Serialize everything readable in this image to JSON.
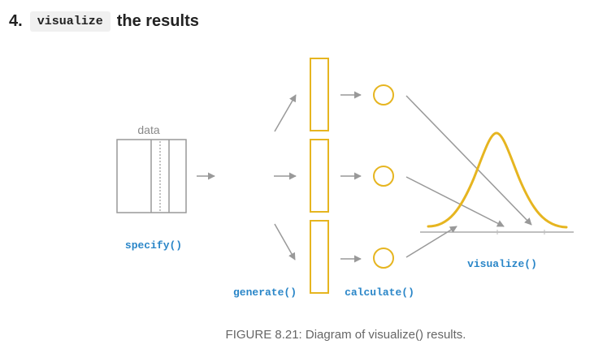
{
  "heading": {
    "number": "4.",
    "code": "visualize",
    "rest": "the results"
  },
  "diagram": {
    "data_label": "data",
    "specify_label": "specify()",
    "generate_label": "generate()",
    "calculate_label": "calculate()",
    "visualize_label": "visualize()",
    "colors": {
      "gray": "#999999",
      "gold": "#e6b520",
      "code_blue": "#2a86c8"
    }
  },
  "caption": "FIGURE 8.21: Diagram of visualize() results."
}
